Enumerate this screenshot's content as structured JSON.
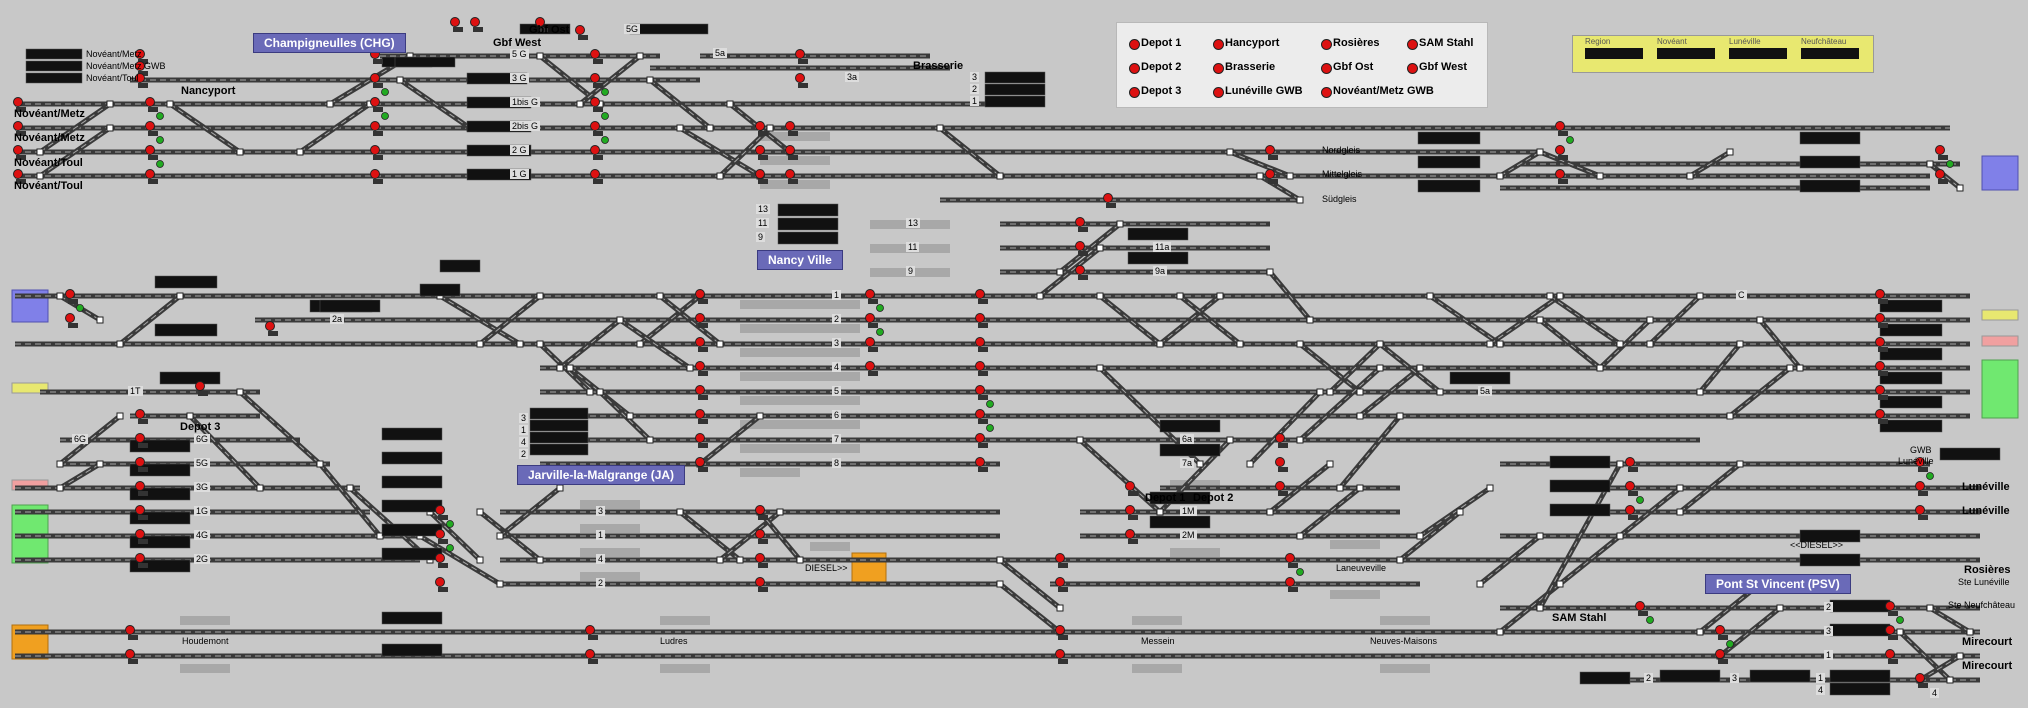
{
  "stations": [
    {
      "id": "chg",
      "label": "Champigneulles (CHG)"
    },
    {
      "id": "nancy",
      "label": "Nancy Ville"
    },
    {
      "id": "ja",
      "label": "Jarville-la-Malgrange (JA)"
    },
    {
      "id": "psv",
      "label": "Pont St Vincent (PSV)"
    }
  ],
  "legend": [
    {
      "label": "Depot 1"
    },
    {
      "label": "Hancyport"
    },
    {
      "label": "Rosières"
    },
    {
      "label": "SAM Stahl"
    },
    {
      "label": "Depot 2"
    },
    {
      "label": "Brasserie"
    },
    {
      "label": "Gbf Ost"
    },
    {
      "label": "Gbf West"
    },
    {
      "label": "Depot 3"
    },
    {
      "label": "Lunéville GWB"
    },
    {
      "label": "Novéant/Metz GWB"
    }
  ],
  "zones": [
    "Region",
    "Novéant",
    "Lunéville",
    "Neufchâteau"
  ],
  "labels": {
    "novmetz_small": "Novéant/Metz",
    "novmetz_gwb": "Novéant/Metz GWB",
    "novtoul_small": "Novéant/Toul",
    "nancyport": "Nancyport",
    "gbf_west": "Gbf West",
    "gbf_ost": "Gbf Ost",
    "brasserie": "Brasserie",
    "nov_metz_1": "Novéant/Metz",
    "nov_metz_2": "Novéant/Metz",
    "nov_toul_1": "Novéant/Toul",
    "nov_toul_2": "Novéant/Toul",
    "nordgleis": "Nordgleis",
    "mittelgleis": "Mittelgleis",
    "sudgleis": "Südgleis",
    "depot3": "Depot 3",
    "depot1": "Depot 1",
    "depot2": "Depot 2",
    "diesel_ja": "DIESEL>>",
    "diesel_right": "<<DIESEL>>",
    "laneuveville": "Laneuveville",
    "gwb": "GWB",
    "luneville_small": "Lunéville",
    "luneville_1": "Lunéville",
    "luneville_2": "Lunéville",
    "rosieres": "Rosières",
    "ste_luneville": "Ste Lunéville",
    "ste_neufchateau": "Ste Neufchâteau",
    "mirecourt_1": "Mirecourt",
    "mirecourt_2": "Mirecourt",
    "sam_stahl": "SAM Stahl",
    "houdemont": "Houdemont",
    "ludres": "Ludres",
    "messein": "Messein",
    "neuves_maisons": "Neuves-Maisons"
  },
  "tracks": [
    {
      "id": "t5g",
      "label": "5G"
    },
    {
      "id": "t5a",
      "label": "5a"
    },
    {
      "id": "t3a",
      "label": "3a"
    },
    {
      "id": "t5gb",
      "label": "5 G"
    },
    {
      "id": "t3g",
      "label": "3 G"
    },
    {
      "id": "t1bis",
      "label": "1bis G"
    },
    {
      "id": "t2bis",
      "label": "2bis G"
    },
    {
      "id": "t2g",
      "label": "2 G"
    },
    {
      "id": "t1g",
      "label": "1 G"
    },
    {
      "id": "t3",
      "label": "3"
    },
    {
      "id": "t2",
      "label": "2"
    },
    {
      "id": "t1",
      "label": "1"
    },
    {
      "id": "t13",
      "label": "13"
    },
    {
      "id": "t11",
      "label": "11"
    },
    {
      "id": "t9",
      "label": "9"
    },
    {
      "id": "n13",
      "label": "13"
    },
    {
      "id": "n11",
      "label": "11"
    },
    {
      "id": "n9",
      "label": "9"
    },
    {
      "id": "n11a",
      "label": "11a"
    },
    {
      "id": "n9a",
      "label": "9a"
    },
    {
      "id": "v1",
      "label": "1"
    },
    {
      "id": "v2",
      "label": "2"
    },
    {
      "id": "v3",
      "label": "3"
    },
    {
      "id": "v4",
      "label": "4"
    },
    {
      "id": "v5",
      "label": "5"
    },
    {
      "id": "v6",
      "label": "6"
    },
    {
      "id": "v7",
      "label": "7"
    },
    {
      "id": "v8",
      "label": "8"
    },
    {
      "id": "c2a",
      "label": "2a"
    },
    {
      "id": "t1t",
      "label": "1T"
    },
    {
      "id": "c5a",
      "label": "5a"
    },
    {
      "id": "c6a",
      "label": "6a"
    },
    {
      "id": "c7a",
      "label": "7a"
    },
    {
      "id": "c1m",
      "label": "1M"
    },
    {
      "id": "c2m",
      "label": "2M"
    },
    {
      "id": "cc",
      "label": "C"
    },
    {
      "id": "d6g",
      "label": "6G"
    },
    {
      "id": "d5g",
      "label": "5G"
    },
    {
      "id": "d3g",
      "label": "3G"
    },
    {
      "id": "d1g",
      "label": "1G"
    },
    {
      "id": "d4g",
      "label": "4G"
    },
    {
      "id": "d2g",
      "label": "2G"
    },
    {
      "id": "j3",
      "label": "3"
    },
    {
      "id": "j1",
      "label": "1"
    },
    {
      "id": "j4",
      "label": "4"
    },
    {
      "id": "j2",
      "label": "2"
    },
    {
      "id": "jl3",
      "label": "3"
    },
    {
      "id": "jl1",
      "label": "1"
    },
    {
      "id": "jl4",
      "label": "4"
    },
    {
      "id": "jl2",
      "label": "2"
    },
    {
      "id": "p2",
      "label": "2"
    },
    {
      "id": "p3",
      "label": "3"
    },
    {
      "id": "p1",
      "label": "1"
    },
    {
      "id": "p4",
      "label": "4"
    },
    {
      "id": "pb2",
      "label": "2"
    },
    {
      "id": "pb3",
      "label": "3"
    },
    {
      "id": "pb1",
      "label": "1"
    },
    {
      "id": "pb4",
      "label": "4"
    },
    {
      "id": "dg6",
      "label": "6G"
    }
  ],
  "colors": {
    "background": "#c8c8c8",
    "track": "#3a3a3a",
    "track_highlight": "#a8a8a8",
    "signal_red": "#dd1111",
    "signal_green": "#22aa22",
    "station_box": "#6a6ab8",
    "zone_blue": "#8080e8",
    "zone_green": "#70e870",
    "zone_orange": "#f0a020",
    "zone_yellow": "#e8e870",
    "zone_pink": "#f0a0a0"
  }
}
